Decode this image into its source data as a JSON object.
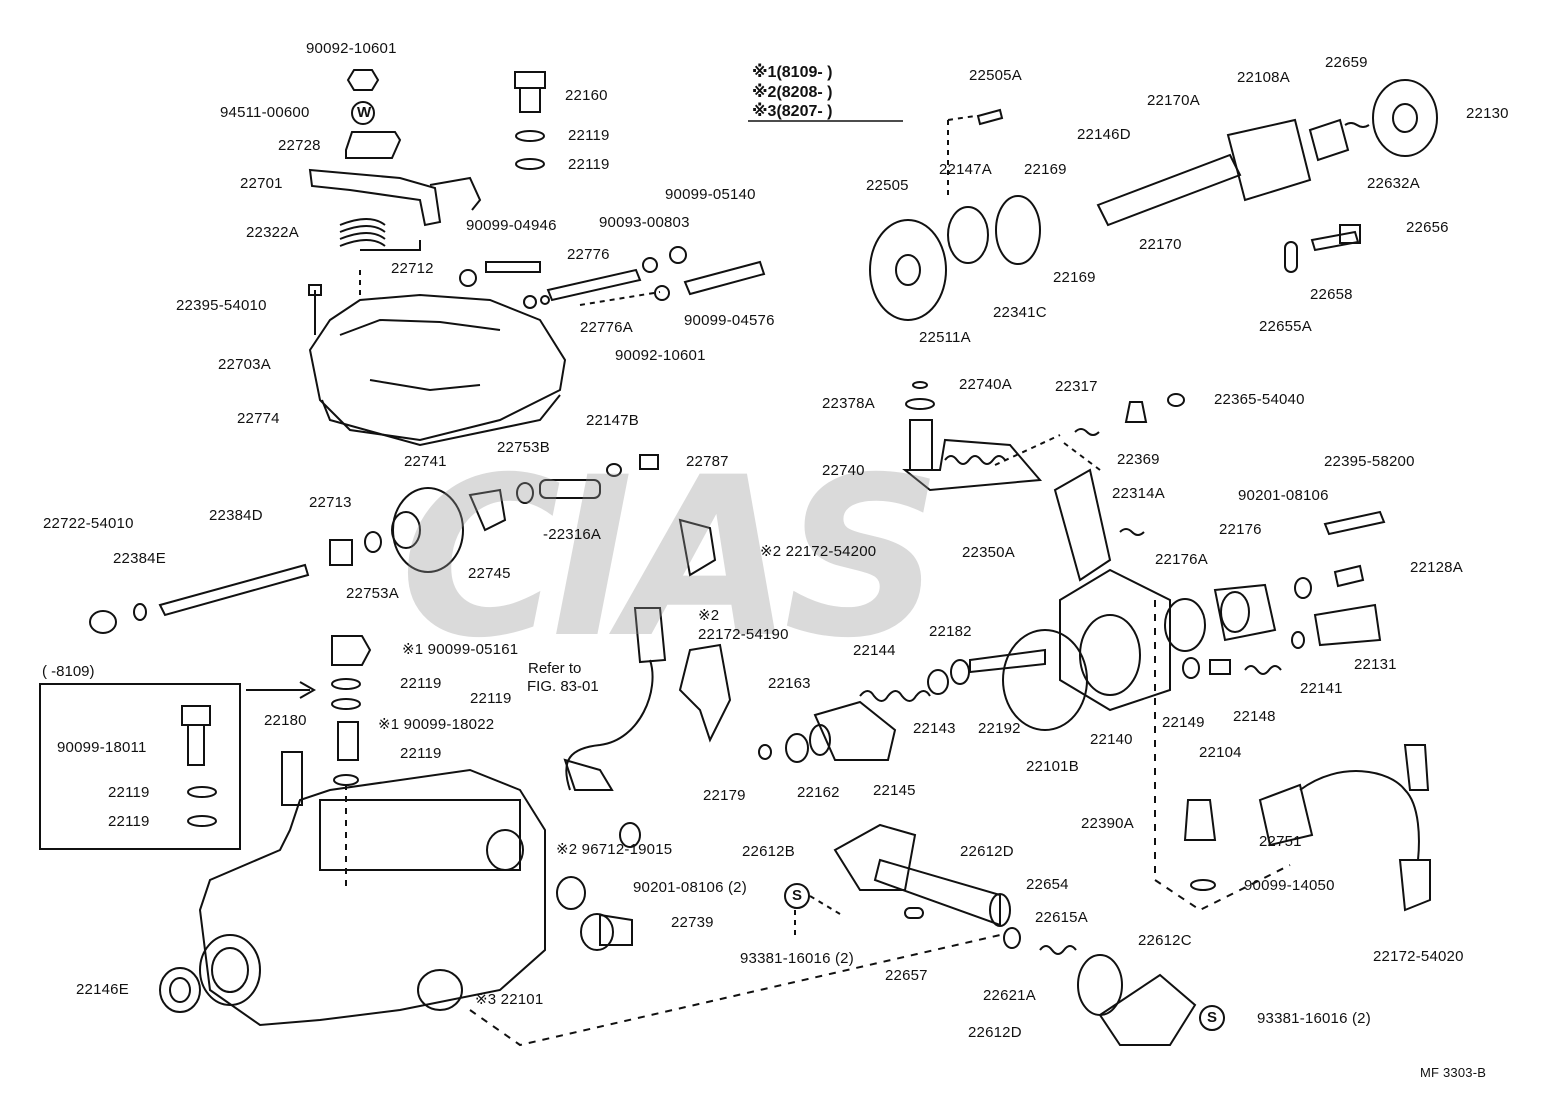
{
  "figure_code": "MF  3303-B",
  "legend": {
    "rows": [
      {
        "mark": "※1",
        "text": "(8109-         )"
      },
      {
        "mark": "※2",
        "text": "(8208-         )"
      },
      {
        "mark": "※3",
        "text": "(8207-         )"
      }
    ]
  },
  "inset": {
    "title": "(        -8109)",
    "labels": [
      "90099-18011",
      "22119",
      "22119"
    ]
  },
  "reference_note": {
    "line1": "Refer to",
    "line2": "FIG. 83-01"
  },
  "glyphs": {
    "washer": "W",
    "screw_stud": "S"
  },
  "labels": {
    "p90092_10601_top": "90092-10601",
    "p94511_00600": "94511-00600",
    "p22728": "22728",
    "p22701": "22701",
    "p22322A": "22322A",
    "p22395_54010": "22395-54010",
    "p22703A": "22703A",
    "p22774": "22774",
    "p22160": "22160",
    "p22119_a": "22119",
    "p22119_b": "22119",
    "p90099_04946": "90099-04946",
    "p90093_00803": "90093-00803",
    "p90099_05140": "90099-05140",
    "p22712": "22712",
    "p22776": "22776",
    "p22776A": "22776A",
    "p90099_04576": "90099-04576",
    "p90092_10601_mid": "90092-10601",
    "p22505A": "22505A",
    "p22170A": "22170A",
    "p22108A": "22108A",
    "p22659": "22659",
    "p22130": "22130",
    "p22146D": "22146D",
    "p22505": "22505",
    "p22147A": "22147A",
    "p22169_a": "22169",
    "p22632A": "22632A",
    "p22656": "22656",
    "p22170": "22170",
    "p22169_b": "22169",
    "p22341C": "22341C",
    "p22511A": "22511A",
    "p22658": "22658",
    "p22655A": "22655A",
    "p22740A": "22740A",
    "p22378A": "22378A",
    "p22317": "22317",
    "p22365_54040": "22365-54040",
    "p22369": "22369",
    "p22740": "22740",
    "p22395_58200": "22395-58200",
    "p22314A": "22314A",
    "p90201_08106_a": "90201-08106",
    "p22350A": "22350A",
    "p22176": "22176",
    "p22176A": "22176A",
    "p22128A": "22128A",
    "p22741": "22741",
    "p22753B": "22753B",
    "p22147B": "22147B",
    "p22787": "22787",
    "p22316A": "-22316A",
    "p22722_54010": "22722-54010",
    "p22384D": "22384D",
    "p22713": "22713",
    "p22384E": "22384E",
    "p22753A": "22753A",
    "p22745": "22745",
    "p22172_54200": "※2  22172-54200",
    "p22172_54190_mark": "※2",
    "p22172_54190": "22172-54190",
    "p90099_05161": "※1 90099-05161",
    "p22119_c": "22119",
    "p22119_d": "22119",
    "p90099_18022": "※1 90099-18022",
    "p22119_e": "22119",
    "p22180": "22180",
    "p22144": "22144",
    "p22182": "22182",
    "p22163": "22163",
    "p22143": "22143",
    "p22192": "22192",
    "p22101B": "22101B",
    "p22140": "22140",
    "p22149": "22149",
    "p22148": "22148",
    "p22141": "22141",
    "p22131": "22131",
    "p22104": "22104",
    "p22179": "22179",
    "p22162": "22162",
    "p22145": "22145",
    "p96712_19015": "※2 96712-19015",
    "p90201_08106_b": "90201-08106 (2)",
    "p22739": "22739",
    "p22612B": "22612B",
    "p22612D_a": "22612D",
    "p22654": "22654",
    "p22615A": "22615A",
    "p22612C": "22612C",
    "p22390A": "22390A",
    "p22751": "22751",
    "p90099_14050": "90099-14050",
    "p22172_54020": "22172-54020",
    "p93381_16016_a": "93381-16016 (2)",
    "p22657": "22657",
    "p22621A": "22621A",
    "p22612D_b": "22612D",
    "p93381_16016_b": "93381-16016 (2)",
    "p22146E": "22146E",
    "p22101": "※3  22101"
  }
}
